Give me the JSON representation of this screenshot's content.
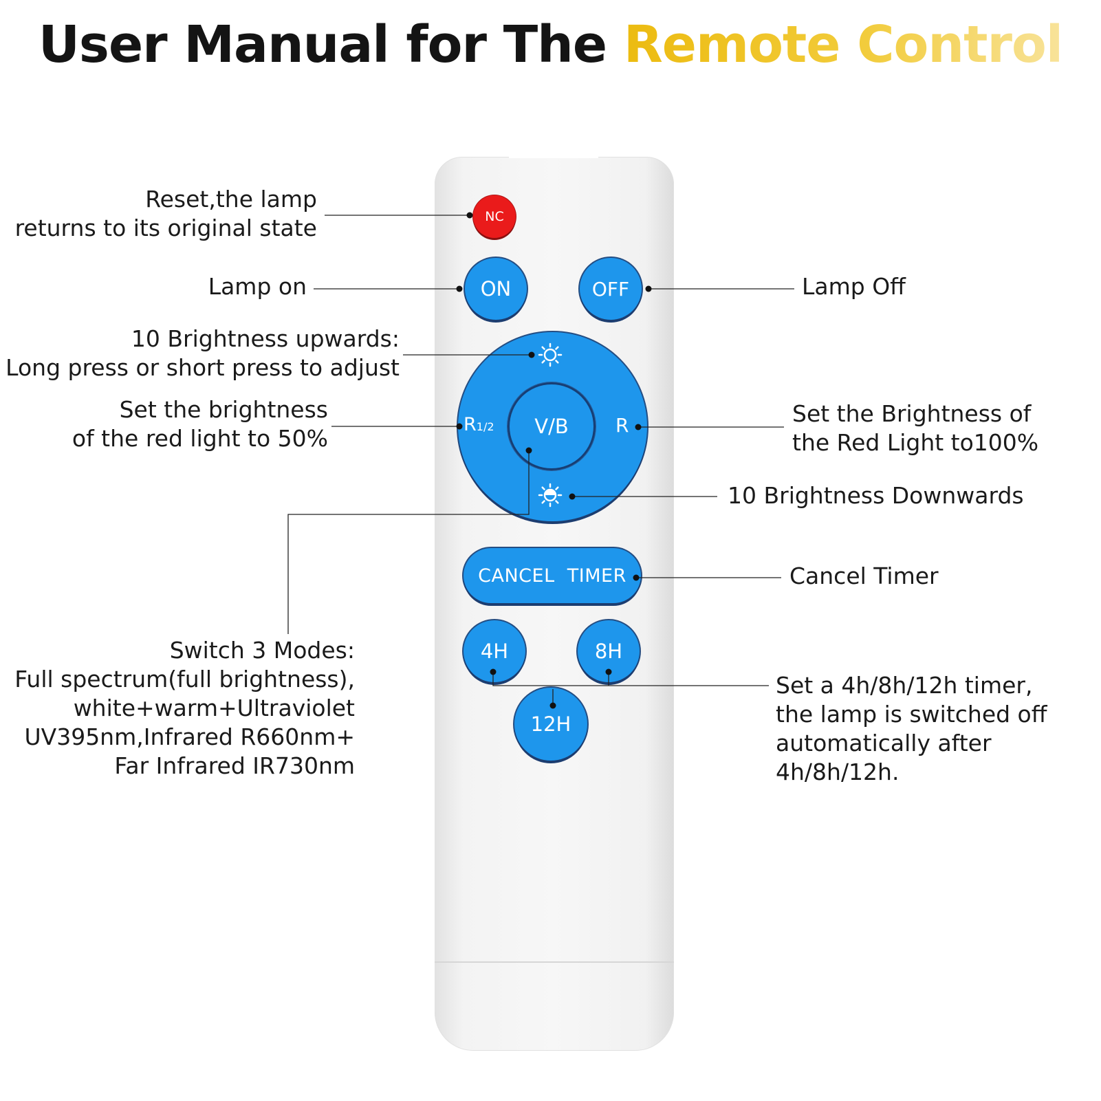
{
  "title": {
    "lead": "User Manual for The ",
    "accent": "Remote Control"
  },
  "colors": {
    "button_blue": "#1e96ec",
    "button_red": "#ea1b1b",
    "accent_yellow": "#ecbb10"
  },
  "buttons": {
    "nc": "NC",
    "on": "ON",
    "off": "OFF",
    "vb": "V/B",
    "r_half": "R",
    "r_half_sub": "1/2",
    "r_full": "R",
    "brightness_up_icon": "sun-icon",
    "brightness_down_icon": "sun-half-icon",
    "cancel_timer": "CANCEL  TIMER",
    "h4": "4H",
    "h8": "8H",
    "h12": "12H"
  },
  "annotations": {
    "reset": [
      "Reset,the lamp",
      "returns to its original state"
    ],
    "lamp_on": [
      "Lamp on"
    ],
    "lamp_off": [
      "Lamp Off"
    ],
    "brightness_up": [
      "10 Brightness upwards:",
      "Long press or short press to adjust"
    ],
    "red_50": [
      "Set the brightness",
      "of the red light to 50%"
    ],
    "red_100": [
      "Set the Brightness of",
      "the Red Light to100%"
    ],
    "brightness_down": [
      "10 Brightness Downwards"
    ],
    "cancel_timer": [
      "Cancel Timer"
    ],
    "modes": [
      "Switch 3 Modes:",
      "Full spectrum(full brightness),",
      "white+warm+Ultraviolet",
      "UV395nm,Infrared R660nm+",
      "Far Infrared IR730nm"
    ],
    "timer": [
      "Set a 4h/8h/12h timer,",
      "the lamp is switched off",
      "automatically after",
      "4h/8h/12h."
    ]
  }
}
